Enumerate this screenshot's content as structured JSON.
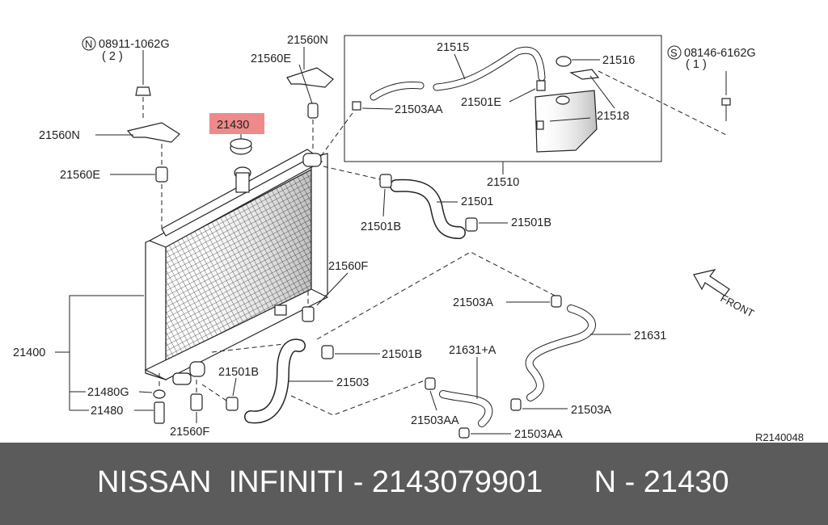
{
  "diagram": {
    "labels": {
      "bolt_left_code": "08911-1062G",
      "bolt_left_qty": "( 2 )",
      "bolt_left_symbol": "N",
      "bracket_top": "21560N",
      "mount_top": "21560E",
      "bracket_left": "21560N",
      "mount_left": "21560E",
      "cap": "21430",
      "hose_reservoir": "21515",
      "clamp_reservoir": "21503AA",
      "clip_reservoir": "21501E",
      "reservoir_cap": "21516",
      "reservoir_bracket": "21518",
      "reservoir_assy": "21510",
      "bolt_right_code": "08146-6162G",
      "bolt_right_qty": "( 1 )",
      "bolt_right_symbol": "S",
      "upper_hose": "21501",
      "upper_clamp_left": "21501B",
      "upper_clamp_right": "21501B",
      "mount_right": "21560F",
      "radiator": "21400",
      "drain_gasket": "21480G",
      "drain_plug": "21480",
      "mount_bottom": "21560F",
      "lower_clamp_left": "21501B",
      "lower_clamp_right": "21501B",
      "lower_hose": "21503",
      "oil_hose_clamp_top": "21503A",
      "oil_hose": "21631",
      "oil_hose_2": "21631+A",
      "oil_clamp_a": "21503AA",
      "oil_clamp_b": "21503A",
      "oil_clamp_c": "21503AA",
      "front_label": "FRONT",
      "ref_code": "R2140048"
    },
    "highlight_color": "#ee8a8a"
  },
  "footer": {
    "text": "NISSAN  INFINITI - 2143079901      N - 21430",
    "background": "#5b5b5b",
    "color": "#ffffff"
  }
}
